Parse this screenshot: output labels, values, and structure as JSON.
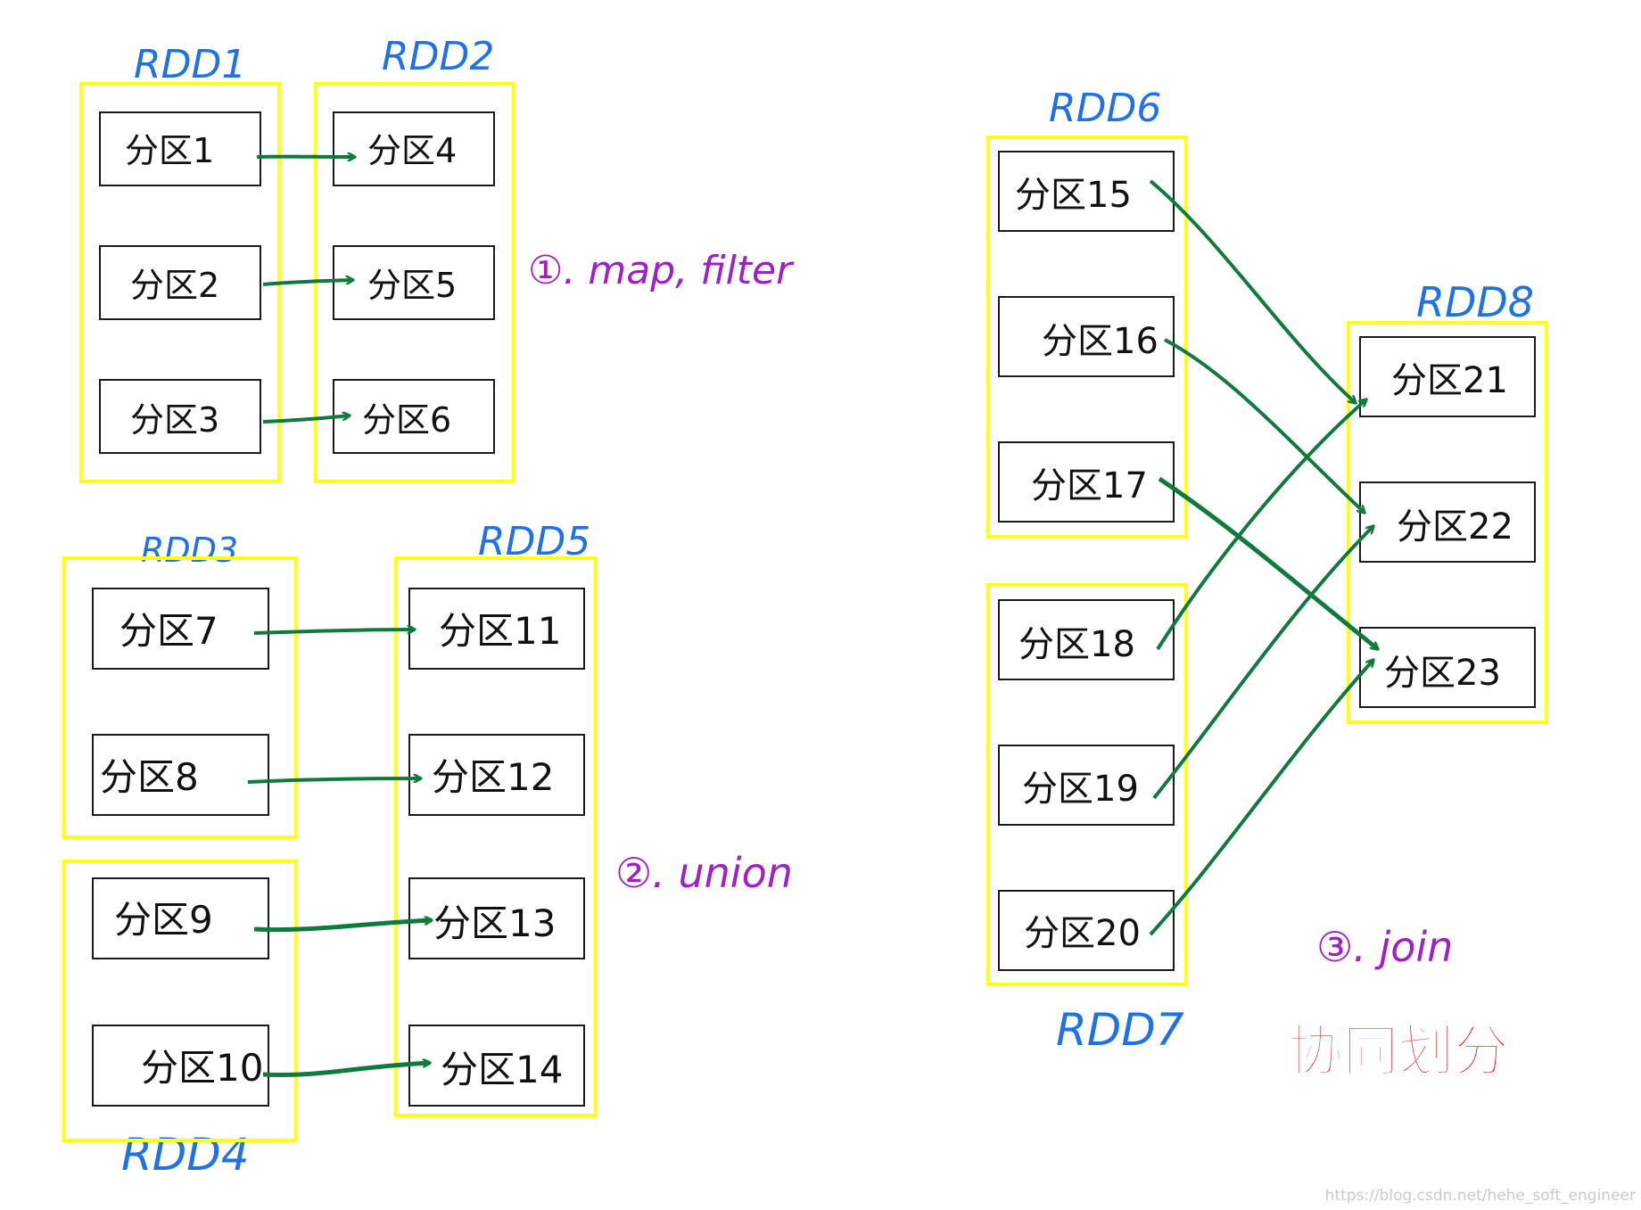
{
  "colors": {
    "rdd_border": "#ffff1a",
    "partition_border": "#1a1a1a",
    "arrow": "#0f7a3c",
    "rdd_label": "#1e72e6",
    "operation_label": "#a21ec9",
    "title": "#ff0000"
  },
  "rdds": {
    "rdd1": "RDD1",
    "rdd2": "RDD2",
    "rdd3": "RDD3",
    "rdd4": "RDD4",
    "rdd5": "RDD5",
    "rdd6": "RDD6",
    "rdd7": "RDD7",
    "rdd8": "RDD8"
  },
  "partitions": {
    "p1": "分区1",
    "p2": "分区2",
    "p3": "分区3",
    "p4": "分区4",
    "p5": "分区5",
    "p6": "分区6",
    "p7": "分区7",
    "p8": "分区8",
    "p9": "分区9",
    "p10": "分区10",
    "p11": "分区11",
    "p12": "分区12",
    "p13": "分区13",
    "p14": "分区14",
    "p15": "分区15",
    "p16": "分区16",
    "p17": "分区17",
    "p18": "分区18",
    "p19": "分区19",
    "p20": "分区20",
    "p21": "分区21",
    "p22": "分区22",
    "p23": "分区23"
  },
  "operations": {
    "map_filter": "①. map, filter",
    "union": "②. union",
    "join": "③. join"
  },
  "title": "协同划分",
  "watermark": "https://blog.csdn.net/hehe_soft_engineer"
}
